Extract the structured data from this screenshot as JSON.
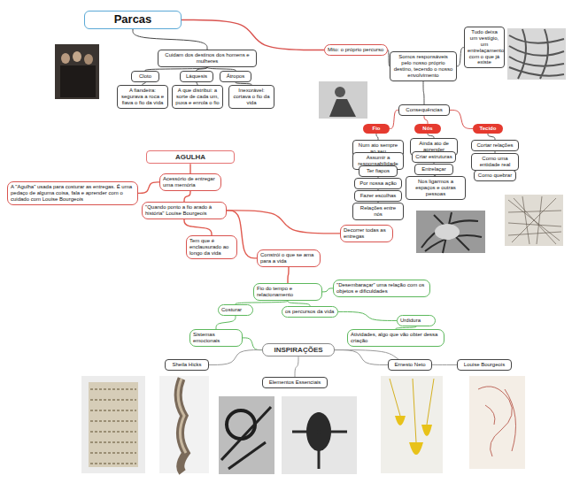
{
  "diagram": {
    "nodes": [
      {
        "text": [
          "Parcas"
        ]
      },
      {
        "text": [
          "Cuidam dos destinos dos homens e mulheres"
        ]
      },
      {
        "text": [
          "Cloto"
        ]
      },
      {
        "text": [
          "Láquesis"
        ]
      },
      {
        "text": [
          "Átropos"
        ]
      },
      {
        "text": [
          "A fiandeira: segurava a roca e fiava o fio da vida"
        ]
      },
      {
        "text": [
          "A que distribui: a sorte de cada um, puxa e enrola o fio"
        ]
      },
      {
        "text": [
          "Inexorável: cortava o fio da vida"
        ]
      },
      {
        "text": [
          "Mito: o próprio percurso"
        ]
      },
      {
        "text": [
          "Somos responsáveis pelo nosso próprio destino, tecendo o nosso envolvimento"
        ]
      },
      {
        "text": [
          "Tudo deixa um vestígio, um entrelaçamento com o que já existe"
        ]
      },
      {
        "text": [
          "Consequências"
        ]
      },
      {
        "text": [
          "Fio"
        ]
      },
      {
        "text": [
          "Nós"
        ]
      },
      {
        "text": [
          "Tecido"
        ]
      },
      {
        "text": [
          "Num ato sempre ao seu"
        ]
      },
      {
        "text": [
          "Assumir a responsabilidade"
        ]
      },
      {
        "text": [
          "Ter fiapos"
        ]
      },
      {
        "text": [
          "Por nossa ação"
        ]
      },
      {
        "text": [
          "Fazer escolhas"
        ]
      },
      {
        "text": [
          "Relações entre nós"
        ]
      },
      {
        "text": [
          "Ainda ato de aprender"
        ]
      },
      {
        "text": [
          "Criar estruturas"
        ]
      },
      {
        "text": [
          "Entrelaçar"
        ]
      },
      {
        "text": [
          "Nos ligarmos a espaços e outras pessoas"
        ]
      },
      {
        "text": [
          "Cortar relações"
        ]
      },
      {
        "text": [
          "Como uma entidade real"
        ]
      },
      {
        "text": [
          "Como quebrar"
        ]
      },
      {
        "text": [
          "AGULHA"
        ]
      },
      {
        "text": [
          "Acessório de entregar uma memória"
        ]
      },
      {
        "text": [
          "A \"Agulha\" usada para costurar as entregas. É uma pedaço de alguma coisa, fala e aprender com o cuidado com Louise Bourgeois"
        ]
      },
      {
        "text": [
          "\"Quando ponto a fio arado à história\" Louise Bourgeois"
        ]
      },
      {
        "text": [
          "Tem que é enclausurado ao longo da vida"
        ]
      },
      {
        "text": [
          "Constrói o que se ama para a vida"
        ]
      },
      {
        "text": [
          "Decorrer todas as entregas"
        ]
      },
      {
        "text": [
          "Fio do tempo e relacionamento"
        ]
      },
      {
        "text": [
          "\"Desembaraçar\" uma relação com os objetos e dificuldades"
        ]
      },
      {
        "text": [
          "os percursos da vida"
        ]
      },
      {
        "text": [
          "Costurar"
        ]
      },
      {
        "text": [
          "Urdidura"
        ]
      },
      {
        "text": [
          "Atividades, algo que vão obter dessa criação"
        ]
      },
      {
        "text": [
          "Sistemas emocionais"
        ]
      },
      {
        "text": [
          "INSPIRAÇÕES"
        ]
      },
      {
        "text": [
          "Sheila Hicks"
        ]
      },
      {
        "text": [
          "Elementos Essenciais"
        ]
      },
      {
        "text": [
          "Ernesto Neto"
        ]
      },
      {
        "text": [
          "Louise Bourgeois"
        ]
      }
    ],
    "edges": [
      {
        "from": 0,
        "to": 1,
        "arrow": "none"
      },
      {
        "from": 1,
        "to": 2,
        "arrow": "none"
      },
      {
        "from": 1,
        "to": 3,
        "arrow": "none"
      },
      {
        "from": 1,
        "to": 4,
        "arrow": "none"
      },
      {
        "from": 2,
        "to": 5,
        "arrow": "none"
      },
      {
        "from": 3,
        "to": 6,
        "arrow": "none"
      },
      {
        "from": 4,
        "to": 7,
        "arrow": "none"
      },
      {
        "from": 0,
        "to": 8,
        "arrow": "none"
      },
      {
        "from": 8,
        "to": 9,
        "arrow": "none"
      },
      {
        "from": 9,
        "to": 10,
        "arrow": "none"
      },
      {
        "from": 9,
        "to": 11,
        "arrow": "none"
      },
      {
        "from": 11,
        "to": 12,
        "arrow": "none"
      },
      {
        "from": 11,
        "to": 13,
        "arrow": "none"
      },
      {
        "from": 11,
        "to": 14,
        "arrow": "none"
      },
      {
        "from": 12,
        "to": 15,
        "arrow": "none"
      },
      {
        "from": 15,
        "to": 16,
        "arrow": "none"
      },
      {
        "from": 16,
        "to": 17,
        "arrow": "none"
      },
      {
        "from": 17,
        "to": 18,
        "arrow": "none"
      },
      {
        "from": 18,
        "to": 19,
        "arrow": "none"
      },
      {
        "from": 19,
        "to": 20,
        "arrow": "none"
      },
      {
        "from": 13,
        "to": 21,
        "arrow": "none"
      },
      {
        "from": 21,
        "to": 22,
        "arrow": "none"
      },
      {
        "from": 22,
        "to": 23,
        "arrow": "none"
      },
      {
        "from": 23,
        "to": 24,
        "arrow": "none"
      },
      {
        "from": 14,
        "to": 25,
        "arrow": "none"
      },
      {
        "from": 25,
        "to": 26,
        "arrow": "none"
      },
      {
        "from": 26,
        "to": 27,
        "arrow": "none"
      },
      {
        "from": 28,
        "to": 29,
        "arrow": "none"
      },
      {
        "from": 29,
        "to": 30,
        "arrow": "none"
      },
      {
        "from": 29,
        "to": 31,
        "arrow": "none"
      },
      {
        "from": 31,
        "to": 32,
        "arrow": "none"
      },
      {
        "from": 31,
        "to": 33,
        "arrow": "none"
      },
      {
        "from": 31,
        "to": 34,
        "arrow": "none"
      },
      {
        "from": 33,
        "to": 35,
        "arrow": "none"
      },
      {
        "from": 35,
        "to": 36,
        "arrow": "none"
      },
      {
        "from": 35,
        "to": 37,
        "arrow": "none"
      },
      {
        "from": 37,
        "to": 39,
        "arrow": "none"
      },
      {
        "from": 39,
        "to": 40,
        "arrow": "none"
      },
      {
        "from": 35,
        "to": 38,
        "arrow": "none"
      },
      {
        "from": 38,
        "to": 41,
        "arrow": "none"
      },
      {
        "from": 41,
        "to": 42,
        "arrow": "none"
      },
      {
        "from": 42,
        "to": 43,
        "arrow": "none"
      },
      {
        "from": 42,
        "to": 44,
        "arrow": "none"
      },
      {
        "from": 42,
        "to": 45,
        "arrow": "none"
      },
      {
        "from": 42,
        "to": 46,
        "arrow": "none"
      }
    ]
  }
}
